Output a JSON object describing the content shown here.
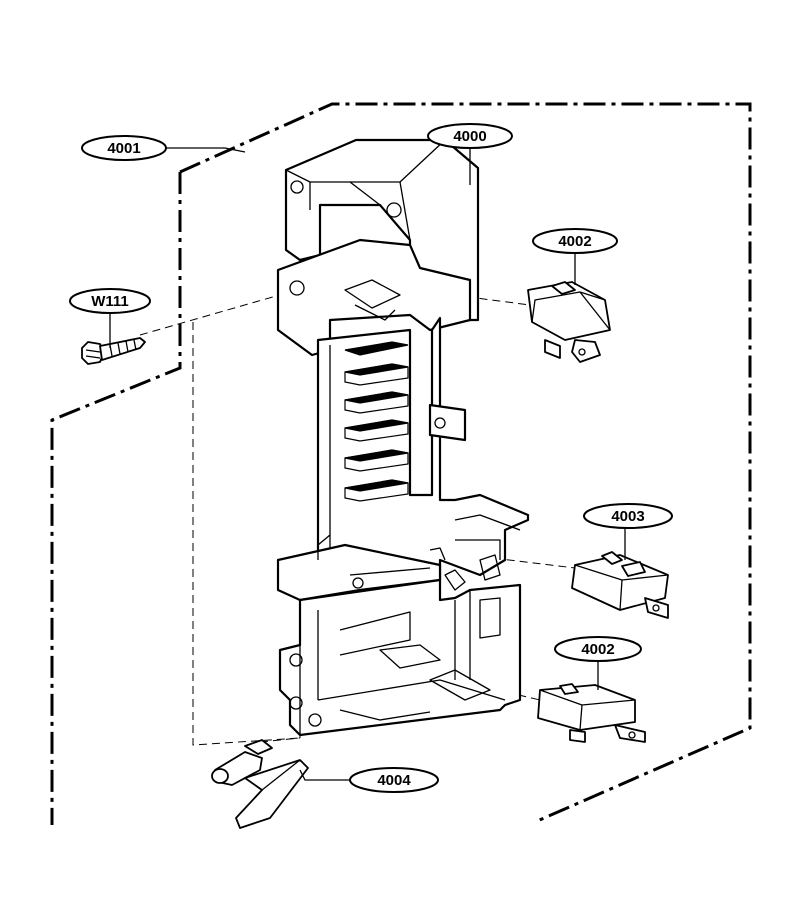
{
  "callouts": [
    {
      "id": "c4001",
      "label": "4001"
    },
    {
      "id": "c4000",
      "label": "4000"
    },
    {
      "id": "c4002a",
      "label": "4002"
    },
    {
      "id": "cW111",
      "label": "W111"
    },
    {
      "id": "c4003",
      "label": "4003"
    },
    {
      "id": "c4002b",
      "label": "4002"
    },
    {
      "id": "c4004",
      "label": "4004"
    }
  ]
}
